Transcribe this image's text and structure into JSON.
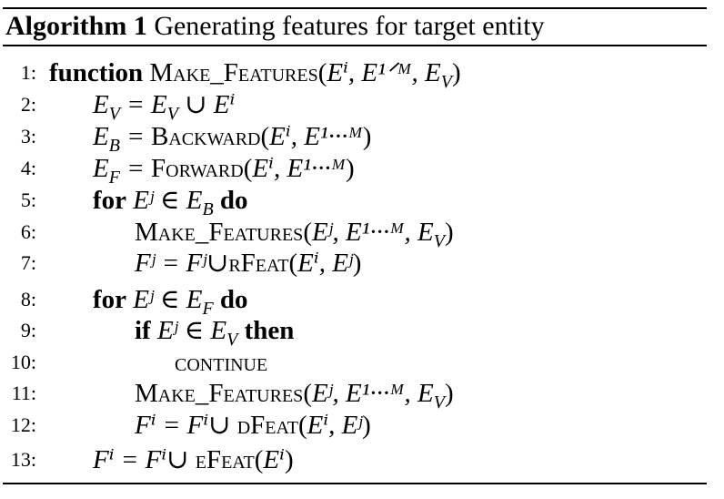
{
  "algorithm": {
    "name": "Algorithm 1",
    "title": "Generating features for target entity",
    "lines": [
      {
        "num": "1:",
        "indent": 0,
        "parts": [
          [
            "kw",
            "function"
          ],
          [
            "t",
            " "
          ],
          [
            "sc",
            "Make_Features"
          ],
          [
            "t",
            "("
          ],
          [
            "m",
            "Eⁱ, E¹ᐟᴹ, E"
          ],
          [
            "sub",
            "V"
          ],
          [
            "t",
            ")"
          ]
        ]
      },
      {
        "num": "2:",
        "indent": 1,
        "parts": [
          [
            "m",
            "E"
          ],
          [
            "sub",
            "V"
          ],
          [
            "m",
            " = E"
          ],
          [
            "sub",
            "V"
          ],
          [
            "m",
            " ∪ Eⁱ"
          ]
        ]
      },
      {
        "num": "3:",
        "indent": 1,
        "parts": [
          [
            "m",
            "E"
          ],
          [
            "sub",
            "B"
          ],
          [
            "m",
            " = "
          ],
          [
            "sc",
            "Backward"
          ],
          [
            "t",
            "("
          ],
          [
            "m",
            "Eⁱ, E¹···ᴹ"
          ],
          [
            "t",
            ")"
          ]
        ]
      },
      {
        "num": "4:",
        "indent": 1,
        "parts": [
          [
            "m",
            "E"
          ],
          [
            "sub",
            "F"
          ],
          [
            "m",
            " = "
          ],
          [
            "sc",
            "Forward"
          ],
          [
            "t",
            "("
          ],
          [
            "m",
            "Eⁱ, E¹···ᴹ"
          ],
          [
            "t",
            ")"
          ]
        ]
      },
      {
        "num": "5:",
        "indent": 1,
        "parts": [
          [
            "kw",
            "for"
          ],
          [
            "m",
            " Eʲ ∈ E"
          ],
          [
            "sub",
            "B"
          ],
          [
            "t",
            " "
          ],
          [
            "kw",
            "do"
          ]
        ]
      },
      {
        "num": "6:",
        "indent": 2,
        "parts": [
          [
            "sc",
            "Make_Features"
          ],
          [
            "t",
            "("
          ],
          [
            "m",
            "Eʲ, E¹···ᴹ, E"
          ],
          [
            "sub",
            "V"
          ],
          [
            "t",
            ")"
          ]
        ]
      },
      {
        "num": "7:",
        "indent": 2,
        "parts": [
          [
            "m",
            "Fʲ = Fʲ∪"
          ],
          [
            "sc",
            "rFeat"
          ],
          [
            "t",
            "("
          ],
          [
            "m",
            "Eⁱ, Eʲ"
          ],
          [
            "t",
            ")"
          ]
        ]
      },
      {
        "num": "8:",
        "indent": 1,
        "parts": [
          [
            "kw",
            "for"
          ],
          [
            "m",
            " Eʲ ∈ E"
          ],
          [
            "sub",
            "F"
          ],
          [
            "t",
            " "
          ],
          [
            "kw",
            "do"
          ]
        ]
      },
      {
        "num": "9:",
        "indent": 2,
        "parts": [
          [
            "kw",
            "if"
          ],
          [
            "m",
            " Eʲ ∈ E"
          ],
          [
            "sub",
            "V"
          ],
          [
            "t",
            " "
          ],
          [
            "kw",
            "then"
          ]
        ]
      },
      {
        "num": "10:",
        "indent": 3,
        "parts": [
          [
            "sc",
            "continue"
          ]
        ]
      },
      {
        "num": "11:",
        "indent": 2,
        "parts": [
          [
            "sc",
            "Make_Features"
          ],
          [
            "t",
            "("
          ],
          [
            "m",
            "Eʲ, E¹···ᴹ, E"
          ],
          [
            "sub",
            "V"
          ],
          [
            "t",
            ")"
          ]
        ]
      },
      {
        "num": "12:",
        "indent": 2,
        "parts": [
          [
            "m",
            "Fⁱ = Fⁱ∪ "
          ],
          [
            "sc",
            "dFeat"
          ],
          [
            "t",
            "("
          ],
          [
            "m",
            "Eⁱ, Eʲ"
          ],
          [
            "t",
            ")"
          ]
        ]
      },
      {
        "num": "13:",
        "indent": 1,
        "parts": [
          [
            "m",
            "Fⁱ = Fⁱ∪ "
          ],
          [
            "sc",
            "eFeat"
          ],
          [
            "t",
            "("
          ],
          [
            "m",
            "Eⁱ"
          ],
          [
            "t",
            ")"
          ]
        ]
      }
    ]
  }
}
